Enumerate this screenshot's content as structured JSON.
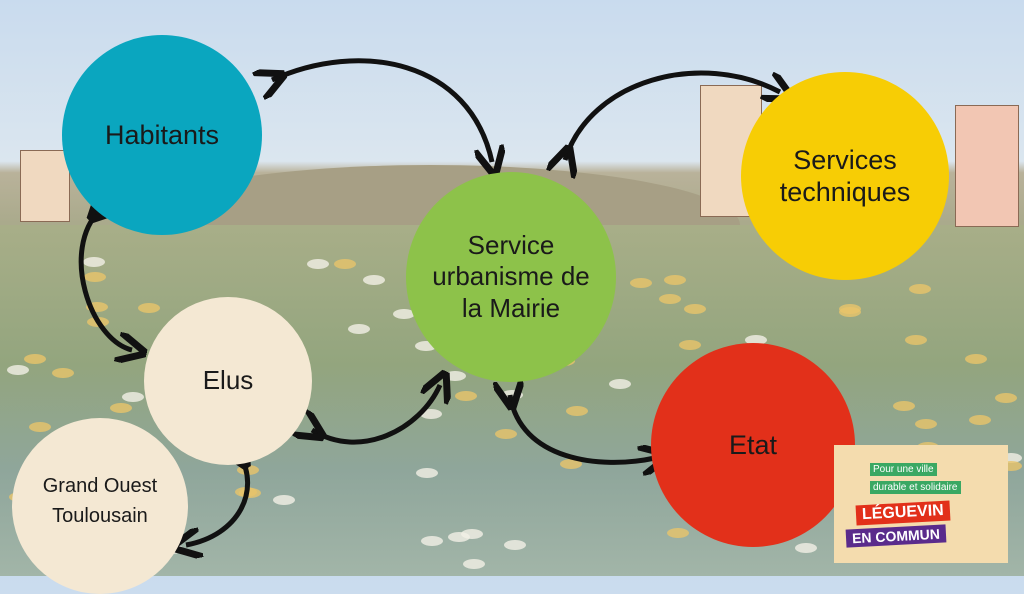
{
  "nodes": {
    "habitants": "Habitants",
    "services_techniques_1": "Services",
    "services_techniques_2": "techniques",
    "urbanisme_1": "Service",
    "urbanisme_2": "urbanisme de",
    "urbanisme_3": "la Mairie",
    "elus": "Elus",
    "etat": "Etat",
    "grand_ouest_1": "Grand Ouest",
    "grand_ouest_2": "Toulousain"
  },
  "colors": {
    "habitants": "#0aa6bf",
    "services_techniques": "#f7cd05",
    "urbanisme": "#8dc24a",
    "elus": "#f4e8d3",
    "etat": "#e2301a",
    "grand_ouest": "#f4e8d3"
  },
  "logo": {
    "line1": "Pour une ville",
    "line2": "durable et solidaire",
    "name": "LÉGUEVIN",
    "sub": "EN COMMUN"
  }
}
